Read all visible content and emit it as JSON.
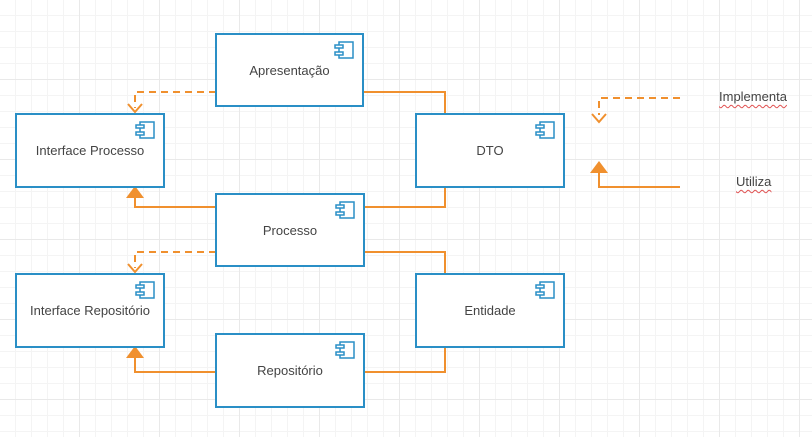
{
  "components": {
    "apresentacao": "Apresentação",
    "interface_processo": "Interface Processo",
    "dto": "DTO",
    "processo": "Processo",
    "interface_repositorio": "Interface Repositório",
    "entidade": "Entidade",
    "repositorio": "Repositório"
  },
  "legend": {
    "implementa": "Implementa",
    "utiliza": "Utiliza"
  },
  "colors": {
    "box_border": "#2a8fc6",
    "connector": "#f0902e"
  },
  "icons": {
    "component": "uml-component-icon"
  }
}
